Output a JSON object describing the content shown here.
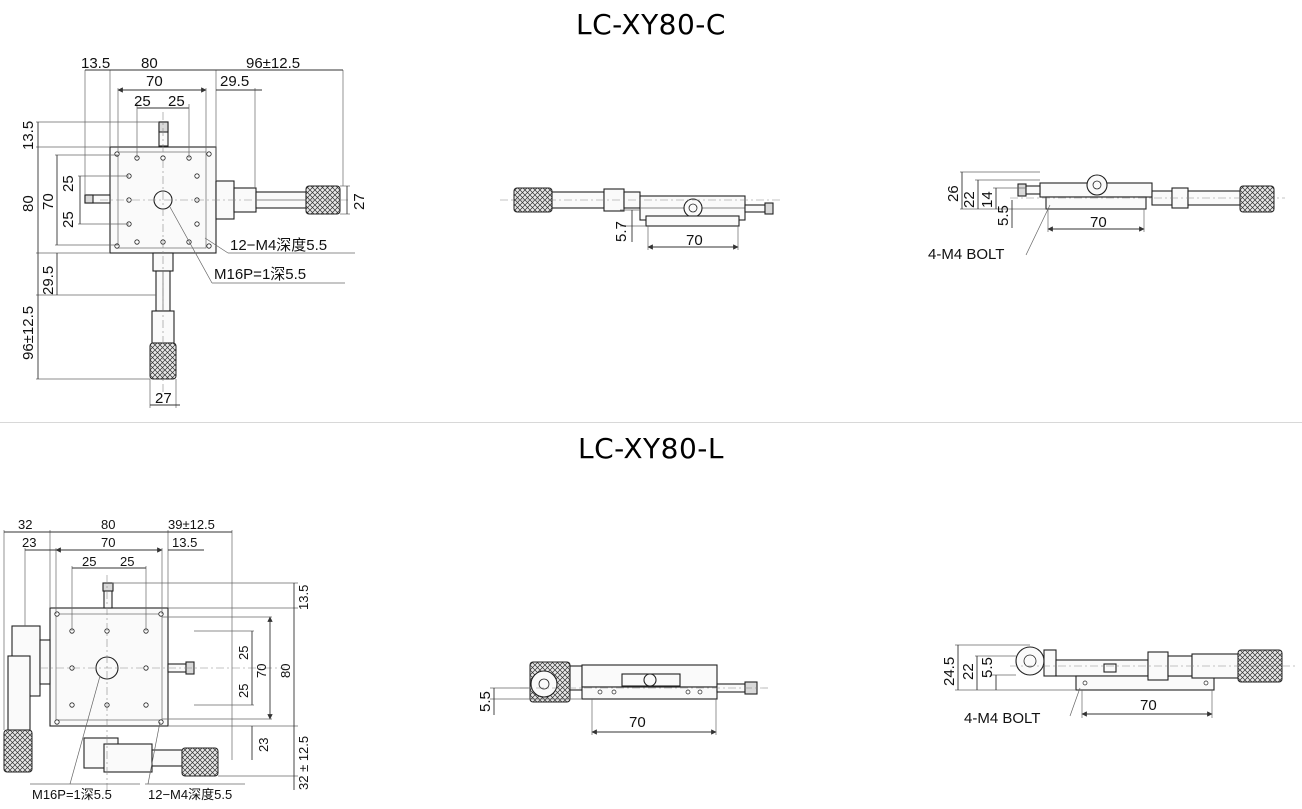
{
  "titles": {
    "top": "LC-XY80-C",
    "bottom": "LC-XY80-L"
  },
  "c_top": {
    "d_13_5": "13.5",
    "d_80": "80",
    "d_96": "96±12.5",
    "d_70": "70",
    "d_29_5": "29.5",
    "d_25a": "25",
    "d_25b": "25",
    "l_13_5": "13.5",
    "l_80": "80",
    "l_70": "70",
    "l_25a": "25",
    "l_25b": "25",
    "r_27": "27",
    "b_29_5": "29.5",
    "b_96": "96±12.5",
    "b_27": "27",
    "note_m4": "12−M4深度5.5",
    "note_m16": "M16P=1深5.5"
  },
  "c_front": {
    "d_5_7": "5.7",
    "d_70": "70"
  },
  "c_side": {
    "d_26": "26",
    "d_22": "22",
    "d_14": "14",
    "d_5_5": "5.5",
    "d_70": "70",
    "bolt": "4-M4 BOLT"
  },
  "l_top": {
    "d_32": "32",
    "d_23": "23",
    "d_80": "80",
    "d_70": "70",
    "d_25a": "25",
    "d_25b": "25",
    "d_39": "39±12.5",
    "d_13_5": "13.5",
    "r_13_5": "13.5",
    "r_25a": "25",
    "r_70": "70",
    "r_25b": "25",
    "r_80": "80",
    "r_23": "23",
    "r_32": "32 ± 12.5",
    "note_m16": "M16P=1深5.5",
    "note_m4": "12−M4深度5.5"
  },
  "l_front": {
    "d_5_5": "5.5",
    "d_70": "70"
  },
  "l_side": {
    "d_24_5": "24.5",
    "d_22": "22",
    "d_5_5": "5.5",
    "d_70": "70",
    "bolt": "4-M4 BOLT"
  }
}
